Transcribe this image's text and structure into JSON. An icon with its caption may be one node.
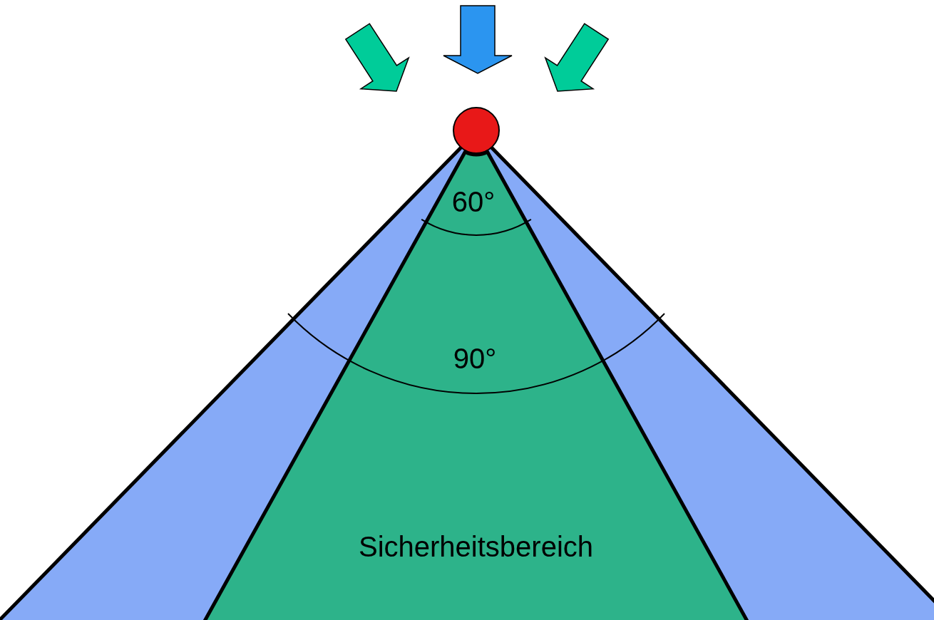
{
  "diagram": {
    "nodes": [
      {
        "text": [
          "Sicherheitsbereich"
        ]
      }
    ],
    "labels": [
      "60°",
      "90°"
    ]
  }
}
